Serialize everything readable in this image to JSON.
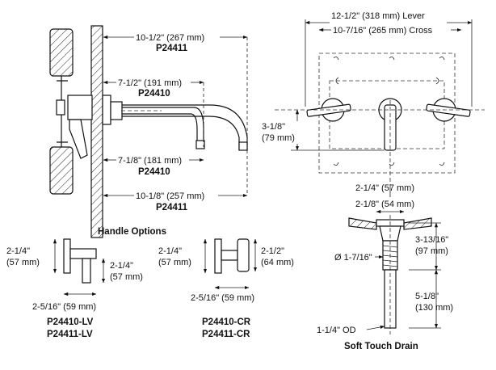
{
  "side_view": {
    "dim_top": "10-1/2\" (267 mm)",
    "model_top": "P24411",
    "dim_upper": "7-1/2\" (191 mm)",
    "model_upper": "P24410",
    "dim_lower": "7-1/8\" (181 mm)",
    "model_lower": "P24410",
    "dim_bottom": "10-1/8\" (257 mm)",
    "model_bottom": "P24411"
  },
  "front_view": {
    "dim_width_lever": "12-1/2\" (318 mm) Lever",
    "dim_width_cross": "10-7/16\" (265 mm) Cross",
    "dim_height_in": "3-1/8\"",
    "dim_height_mm": "(79 mm)",
    "dim_spout": "2-1/4\" (57 mm)"
  },
  "handle_options": {
    "title": "Handle Options",
    "lever": {
      "dim_height_in": "2-1/4\"",
      "dim_height_mm": "(57 mm)",
      "dim_lever_in": "2-1/4\"",
      "dim_lever_mm": "(57 mm)",
      "dim_depth": "2-5/16\" (59 mm)",
      "model_1": "P24410-LV",
      "model_2": "P24411-LV"
    },
    "cross": {
      "dim_height_in": "2-1/4\"",
      "dim_height_mm": "(57 mm)",
      "dim_cross_in": "2-1/2\"",
      "dim_cross_mm": "(64 mm)",
      "dim_depth": "2-5/16\" (59 mm)",
      "model_1": "P24410-CR",
      "model_2": "P24411-CR"
    }
  },
  "drain": {
    "dim_top": "2-1/8\" (54 mm)",
    "dim_dia": "Ø 1-7/16\"",
    "dim_upper_in": "3-13/16\"",
    "dim_upper_mm": "(97 mm)",
    "dim_lower_in": "5-1/8\"",
    "dim_lower_mm": "(130 mm)",
    "dim_od": "1-1/4\" OD",
    "title": "Soft Touch Drain"
  }
}
